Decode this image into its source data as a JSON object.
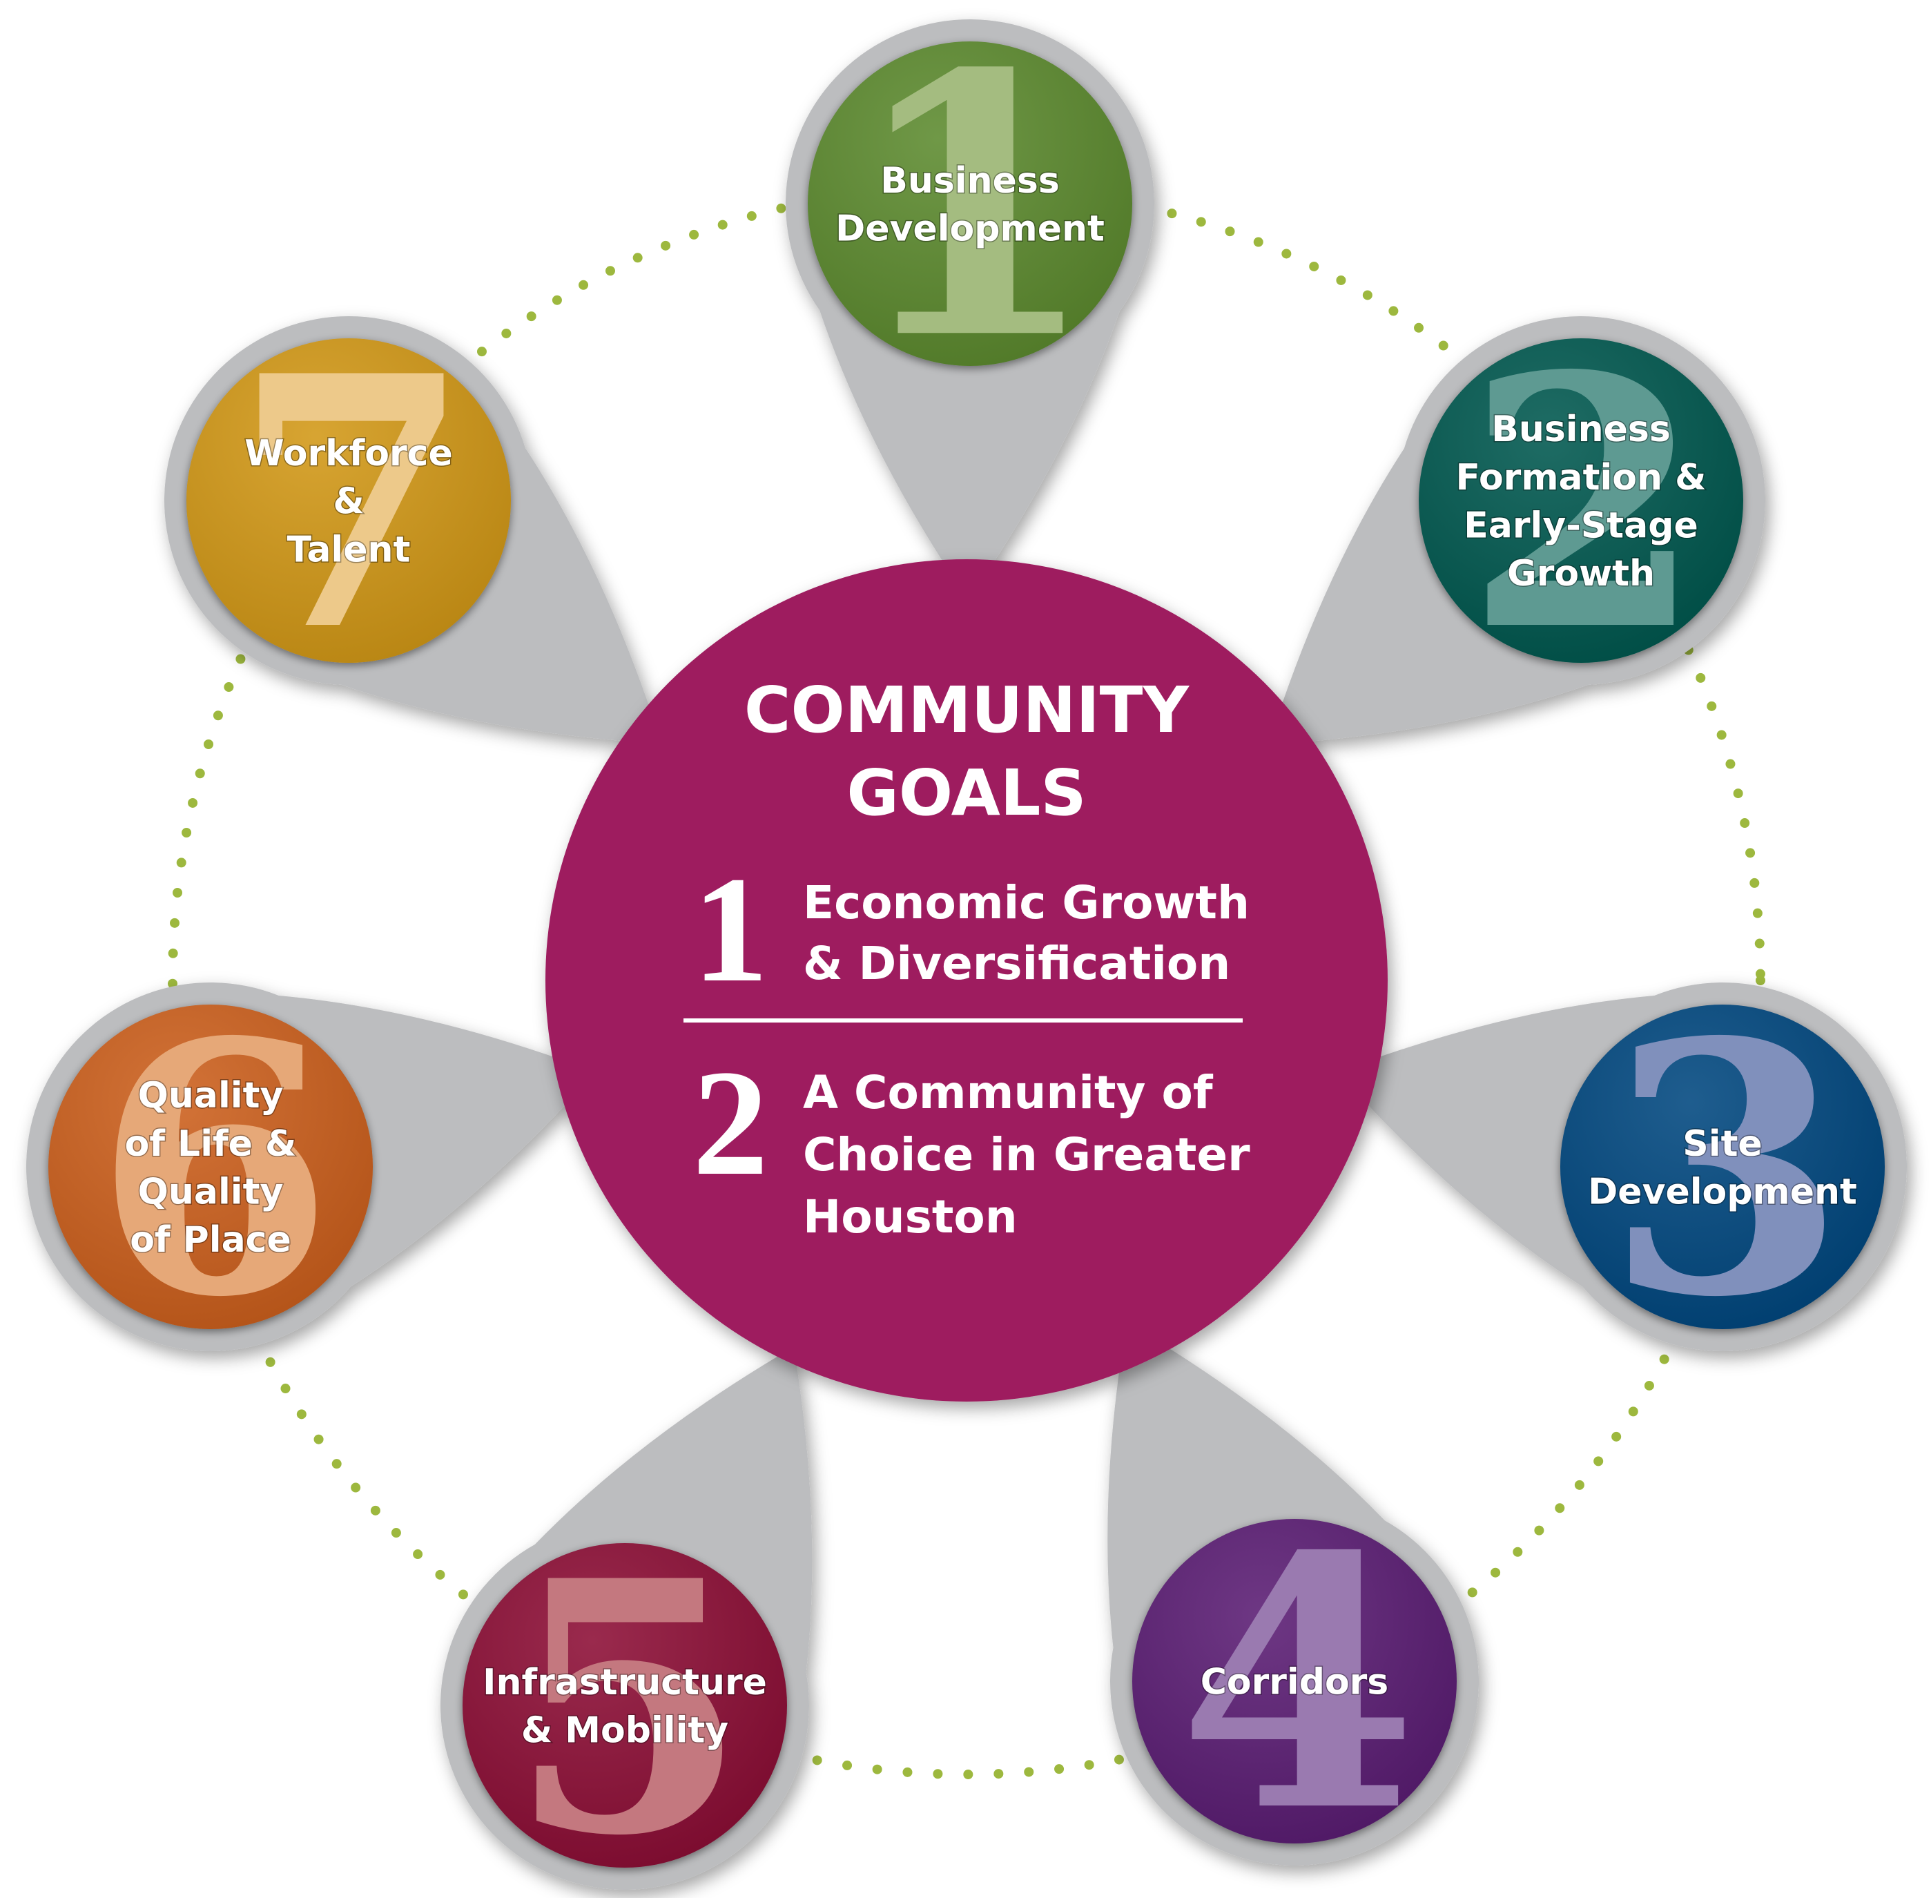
{
  "center": {
    "title_line1": "COMMUNITY",
    "title_line2": "GOALS",
    "color": "#9E1C5E",
    "goals": [
      {
        "number": "1",
        "lines": [
          "Economic Growth",
          "& Diversification"
        ]
      },
      {
        "number": "2",
        "lines": [
          "A Community of",
          "Choice in Greater",
          "Houston"
        ]
      }
    ]
  },
  "pins": [
    {
      "number": "1",
      "lines": [
        "Business",
        "Development"
      ],
      "color": "#5B8A2E",
      "numeral_color": "#A4BC80"
    },
    {
      "number": "2",
      "lines": [
        "Business",
        "Formation &",
        "Early-Stage",
        "Growth"
      ],
      "color": "#00594F",
      "numeral_color": "#5E9A92"
    },
    {
      "number": "3",
      "lines": [
        "Site",
        "Development"
      ],
      "color": "#04467F",
      "numeral_color": "#8090BC"
    },
    {
      "number": "4",
      "lines": [
        "Corridors"
      ],
      "color": "#5A1C73",
      "numeral_color": "#9A7AB0"
    },
    {
      "number": "5",
      "lines": [
        "Infrastructure",
        "& Mobility"
      ],
      "color": "#8C0E36",
      "numeral_color": "#C4787F"
    },
    {
      "number": "6",
      "lines": [
        "Quality",
        "of Life &",
        "Quality",
        "of Place"
      ],
      "color": "#CC5E1A",
      "numeral_color": "#E6A878"
    },
    {
      "number": "7",
      "lines": [
        "Workforce",
        "&",
        "Talent"
      ],
      "color": "#D29815",
      "numeral_color": "#EDC98A"
    }
  ],
  "colors": {
    "pin_shell": "#BCBDBF",
    "dotted_ring": "#9DB83E"
  }
}
